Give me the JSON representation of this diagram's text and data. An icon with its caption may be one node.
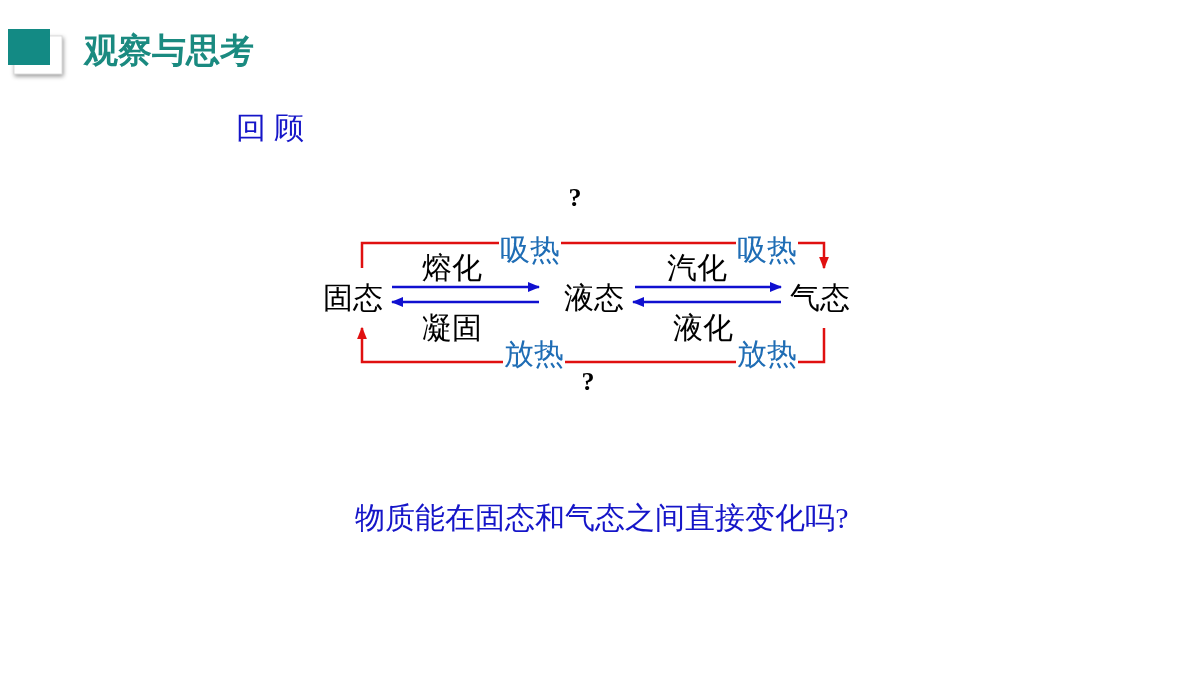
{
  "diagram": {
    "title": "观察与思考",
    "nodes": [
      {
        "text": [
          "固态"
        ]
      },
      {
        "text": [
          "液态"
        ]
      },
      {
        "text": [
          "气态"
        ]
      }
    ],
    "edges": [
      {
        "from": 0,
        "to": 1,
        "arrow": "to",
        "label": "熔化"
      },
      {
        "from": 1,
        "to": 0,
        "arrow": "to",
        "label": "凝固"
      },
      {
        "from": 1,
        "to": 2,
        "arrow": "to",
        "label": "汽化"
      },
      {
        "from": 2,
        "to": 1,
        "arrow": "to",
        "label": "液化"
      },
      {
        "from": 0,
        "to": 2,
        "arrow": "to",
        "label": "?",
        "color": "#e01010"
      },
      {
        "from": 2,
        "to": 0,
        "arrow": "to",
        "label": "?",
        "color": "#e01010"
      }
    ],
    "labels": [
      "回 顾",
      "吸热",
      "吸热",
      "放热",
      "放热",
      "物质能在固态和气态之间直接变化吗?"
    ]
  }
}
